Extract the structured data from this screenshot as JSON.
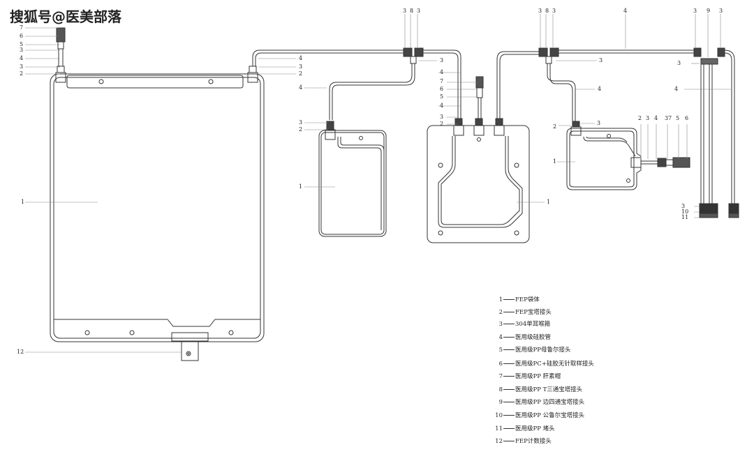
{
  "watermark": "搜狐号@医美部落",
  "legend": [
    {
      "num": "1",
      "text": "FEP袋体"
    },
    {
      "num": "2",
      "text": "FEP宝塔接头"
    },
    {
      "num": "3",
      "text": "304单耳喉箍"
    },
    {
      "num": "4",
      "text": "医用级硅胶管"
    },
    {
      "num": "5",
      "text": "医用级PP母鲁尔接头"
    },
    {
      "num": "6",
      "text": "医用级PC+硅胶无针取样接头"
    },
    {
      "num": "7",
      "text": "医用级PP 肝素帽"
    },
    {
      "num": "8",
      "text": "医用级PP T三通宝塔接头"
    },
    {
      "num": "9",
      "text": "医用级PP 边四通宝塔接头"
    },
    {
      "num": "10",
      "text": "医用级PP 公鲁尔宝塔接头"
    },
    {
      "num": "11",
      "text": "医用级PP 堵头"
    },
    {
      "num": "12",
      "text": "FEP计数接头"
    }
  ],
  "callouts": {
    "bag1": {
      "top_stack": [
        "7",
        "6",
        "5",
        "3",
        "4",
        "3",
        "2"
      ],
      "body": "1",
      "bottom": "12"
    },
    "tube_a": {
      "right": [
        "4",
        "3",
        "2"
      ],
      "mid": "4"
    },
    "top_group_1": [
      "3",
      "8",
      "3"
    ],
    "top_group_2": [
      "3",
      "8",
      "3"
    ],
    "top_group_3": [
      "4"
    ],
    "top_group_4": [
      "3",
      "9",
      "3"
    ],
    "bag2": {
      "side": [
        "3",
        "2"
      ],
      "body": "1"
    },
    "bag3": {
      "right_stack": [
        "3",
        "4",
        "7",
        "6",
        "5",
        "4",
        "3",
        "2"
      ],
      "body": "1"
    },
    "bag4": {
      "side": [
        "2",
        "3"
      ],
      "mid": "4",
      "body": "1",
      "port": [
        "2",
        "3",
        "4",
        "3",
        "5",
        "6",
        "7"
      ],
      "t3": "3"
    },
    "manifold": {
      "left": "3",
      "mid": "4",
      "bottom": [
        "3",
        "10",
        "11"
      ]
    }
  }
}
